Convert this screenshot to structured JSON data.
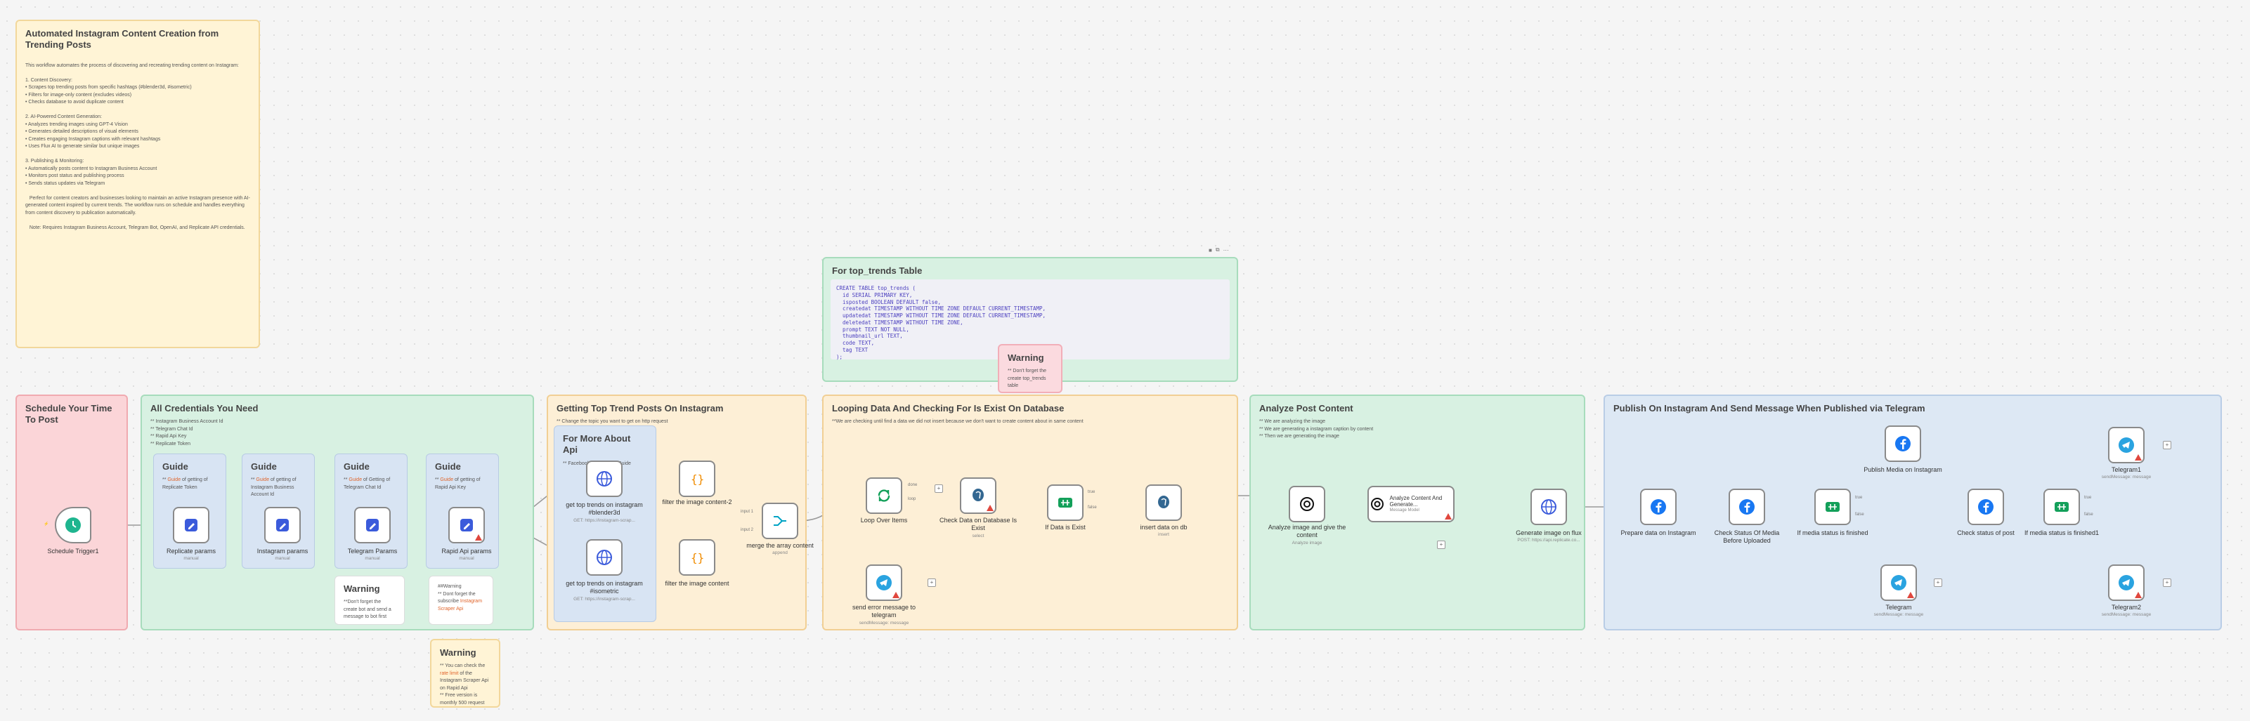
{
  "notes": {
    "intro": {
      "title": "Automated Instagram Content Creation from Trending Posts",
      "body": "This workflow automates the process of discovering and recreating trending content on Instagram:\n\n1. Content Discovery:\n• Scrapes top trending posts from specific hashtags (#blender3d, #isometric)\n• Filters for image-only content (excludes videos)\n• Checks database to avoid duplicate content\n\n2. AI-Powered Content Generation:\n• Analyzes trending images using GPT-4 Vision\n• Generates detailed descriptions of visual elements\n• Creates engaging Instagram captions with relevant hashtags\n• Uses Flux AI to generate similar but unique images\n\n3. Publishing & Monitoring:\n• Automatically posts content to Instagram Business Account\n• Monitors post status and publishing process\n• Sends status updates via Telegram\n\n   Perfect for content creators and businesses looking to maintain an active Instagram presence with AI-generated content inspired by current trends. The workflow runs on schedule and handles everything from content discovery to publication automatically.\n\n   Note: Requires Instagram Business Account, Telegram Bot, OpenAI, and Replicate API credentials."
    },
    "sql": {
      "title": "For top_trends Table",
      "code": "CREATE TABLE top_trends (\n  id SERIAL PRIMARY KEY,\n  isposted BOOLEAN DEFAULT false,\n  createdat TIMESTAMP WITHOUT TIME ZONE DEFAULT CURRENT_TIMESTAMP,\n  updatedat TIMESTAMP WITHOUT TIME ZONE DEFAULT CURRENT_TIMESTAMP,\n  deletedat TIMESTAMP WITHOUT TIME ZONE,\n  prompt TEXT NOT NULL,\n  thumbnail_url TEXT,\n  code TEXT,\n  tag TEXT\n);"
    },
    "warn_table": {
      "title": "Warning",
      "body": "** Don't forget the create top_trends table"
    },
    "schedule": {
      "title": "Schedule Your Time To Post"
    },
    "credentials": {
      "title": "All Credentials You Need",
      "body": "** Instagram Business Account Id\n** Telegram Chat Id\n** Rapid Api Key\n** Replicate Token"
    },
    "guide1": {
      "title": "Guide",
      "pre": "** ",
      "link": "Guide",
      "post": " of getting of Replicate Token"
    },
    "guide2": {
      "title": "Guide",
      "pre": "** ",
      "link": "Guide",
      "post": " of getting of Instagram Business Account Id"
    },
    "guide3": {
      "title": "Guide",
      "pre": "** ",
      "link": "Guide",
      "post": " of Getting of Telegram Chat Id"
    },
    "guide4": {
      "title": "Guide",
      "pre": "** ",
      "link": "Guide",
      "post": " of getting of Rapid Api Key"
    },
    "warn_telegram": {
      "title": "Warning",
      "body": "**Don't forget the create bot and send a message to bot first"
    },
    "warn_scraper": {
      "pre": "##Warning\n** Dont forget the subscribe ",
      "link": "Instagram Scraper Api"
    },
    "trends": {
      "title": "Getting Top Trend Posts On Instagram",
      "body": "** Change the topic you want to get on http request"
    },
    "more_api": {
      "title": "For More About Api",
      "link": "** Facebook Scraper Api Guide"
    },
    "warn_rapid": {
      "title": "Warning",
      "pre": "** You can check the ",
      "link": "rate limit",
      "post": " of the Instagram Scraper Api on Rapid Api\n** Free version is monthly 500 request"
    },
    "looping": {
      "title": "Looping Data And Checking For Is Exist On Database",
      "body": "**We are checking until find a data we did not insert because we don't want to create content about in same content"
    },
    "analyze": {
      "title": "Analyze Post Content",
      "body": "** We are analyzing the image\n** We are generating a instagram caption by content\n** Then we are generating the image"
    },
    "publish": {
      "title": "Publish On Instagram And Send Message When Published via Telegram"
    }
  },
  "nodes": {
    "schedule_trigger": {
      "label": "Schedule Trigger1"
    },
    "replicate_params": {
      "label": "Replicate params",
      "sub": "manual"
    },
    "instagram_params": {
      "label": "Instagram params",
      "sub": "manual"
    },
    "telegram_params": {
      "label": "Telegram Params",
      "sub": "manual"
    },
    "rapid_params": {
      "label": "Rapid Api params",
      "sub": "manual"
    },
    "get_blender": {
      "label": "get top trends on instagram #blender3d",
      "sub": "GET: https://instagram-scrap..."
    },
    "get_isometric": {
      "label": "get top trends on instagram #isometric",
      "sub": "GET: https://instagram-scrap..."
    },
    "filter2": {
      "label": "filter the image content-2"
    },
    "filter1": {
      "label": "filter the image content"
    },
    "merge": {
      "label": "merge the array content",
      "sub": "append"
    },
    "loop": {
      "label": "Loop Over Items"
    },
    "check_db": {
      "label": "Check Data on Database Is Exist",
      "sub": "select"
    },
    "if_exist": {
      "label": "If Data is Exist"
    },
    "insert_db": {
      "label": "insert data on db",
      "sub": "insert"
    },
    "send_error": {
      "label": "send error message to telegram",
      "sub": "sendMessage: message"
    },
    "analyze_image": {
      "label": "Analyze image and give the content",
      "sub": "Analyze image"
    },
    "analyze_generate": {
      "label": "Analyze Content And Generate...",
      "sub": "Message Model"
    },
    "generate_flux": {
      "label": "Generate image on flux",
      "sub": "POST: https://api.replicate.co..."
    },
    "prepare_ig": {
      "label": "Prepare data on Instagram"
    },
    "check_status_upload": {
      "label": "Check Status Of Media Before Uploaded"
    },
    "if_finished": {
      "label": "If media status is finished"
    },
    "publish_media": {
      "label": "Publish Media on Instagram"
    },
    "telegram": {
      "label": "Telegram",
      "sub": "sendMessage: message"
    },
    "check_post": {
      "label": "Check status of post"
    },
    "if_finished1": {
      "label": "If media status is finished1"
    },
    "telegram1": {
      "label": "Telegram1",
      "sub": "sendMessage: message"
    },
    "telegram2": {
      "label": "Telegram2",
      "sub": "sendMessage: message"
    }
  },
  "edge_labels": {
    "true": "true",
    "false": "false",
    "done": "done",
    "loop": "loop",
    "input1": "input 1",
    "input2": "input 2"
  },
  "toolbar": {
    "icons": [
      "trash-icon",
      "copy-icon",
      "more-icon"
    ]
  }
}
